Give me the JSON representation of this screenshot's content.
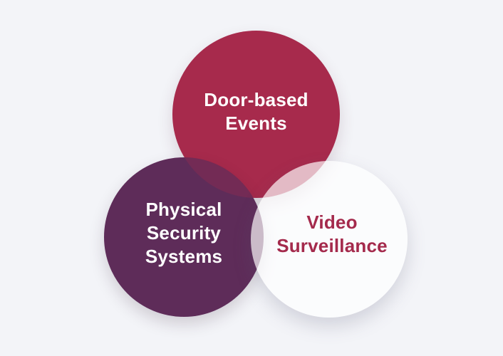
{
  "diagram": {
    "type": "venn",
    "background_color": "#f3f4f8",
    "circles": [
      {
        "id": "door-based-events",
        "label": "Door-based Events",
        "lines": [
          "Door-based",
          "Events"
        ],
        "fill_color": "#a72a4c",
        "text_color": "#ffffff",
        "position": "top"
      },
      {
        "id": "physical-security-systems",
        "label": "Physical Security Systems",
        "lines": [
          "Physical",
          "Security",
          "Systems"
        ],
        "fill_color": "#5e2c59",
        "text_color": "#ffffff",
        "position": "bottom-left"
      },
      {
        "id": "video-surveillance",
        "label": "Video Surveillance",
        "lines": [
          "Video",
          "Surveillance"
        ],
        "fill_color": "#fafbfc",
        "text_color": "#a42a4c",
        "position": "bottom-right"
      }
    ],
    "overlap_colors": {
      "top_left": "#722b55",
      "top_right": "#e2bac5",
      "left_right": "#cbbbca"
    }
  }
}
